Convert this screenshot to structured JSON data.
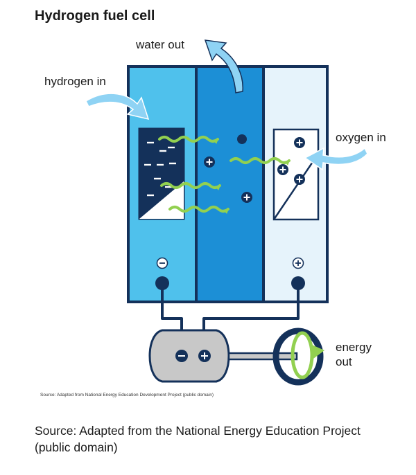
{
  "title": "Hydrogen fuel cell",
  "labels": {
    "water_out": "water out",
    "hydrogen_in": "hydrogen in",
    "oxygen_in": "oxygen in",
    "energy_out_line1": "energy",
    "energy_out_line2": "out"
  },
  "small_source": "Source: Adapted from National Energy Education Development Project (public domain)",
  "source": "Source: Adapted from the National Energy Education Project (public domain)",
  "colors": {
    "anode": "#4fc1ec",
    "electrolyte": "#1c8fd6",
    "cathode": "#e6f3fb",
    "outline": "#14315a",
    "arrow": "#8fd3f4",
    "wave": "#92d050",
    "generator": "#c8c8c8"
  }
}
